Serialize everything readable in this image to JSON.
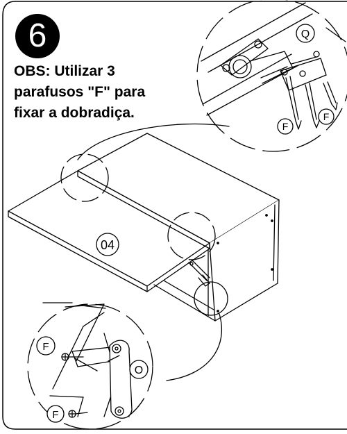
{
  "step": {
    "number": "6"
  },
  "note": {
    "lines": [
      "OBS: Utilizar 3",
      "parafusos \"F\" para",
      "fixar a dobradiça."
    ]
  },
  "labels": {
    "part_panel": "04",
    "screw_top_left": "F",
    "screw_top_right": "F",
    "hinge_plate_top": "Q",
    "screw_bottom_upper": "F",
    "screw_bottom_lower": "F",
    "mount_plate_bottom": "O"
  },
  "colors": {
    "ink": "#000000",
    "paper": "#ffffff"
  }
}
